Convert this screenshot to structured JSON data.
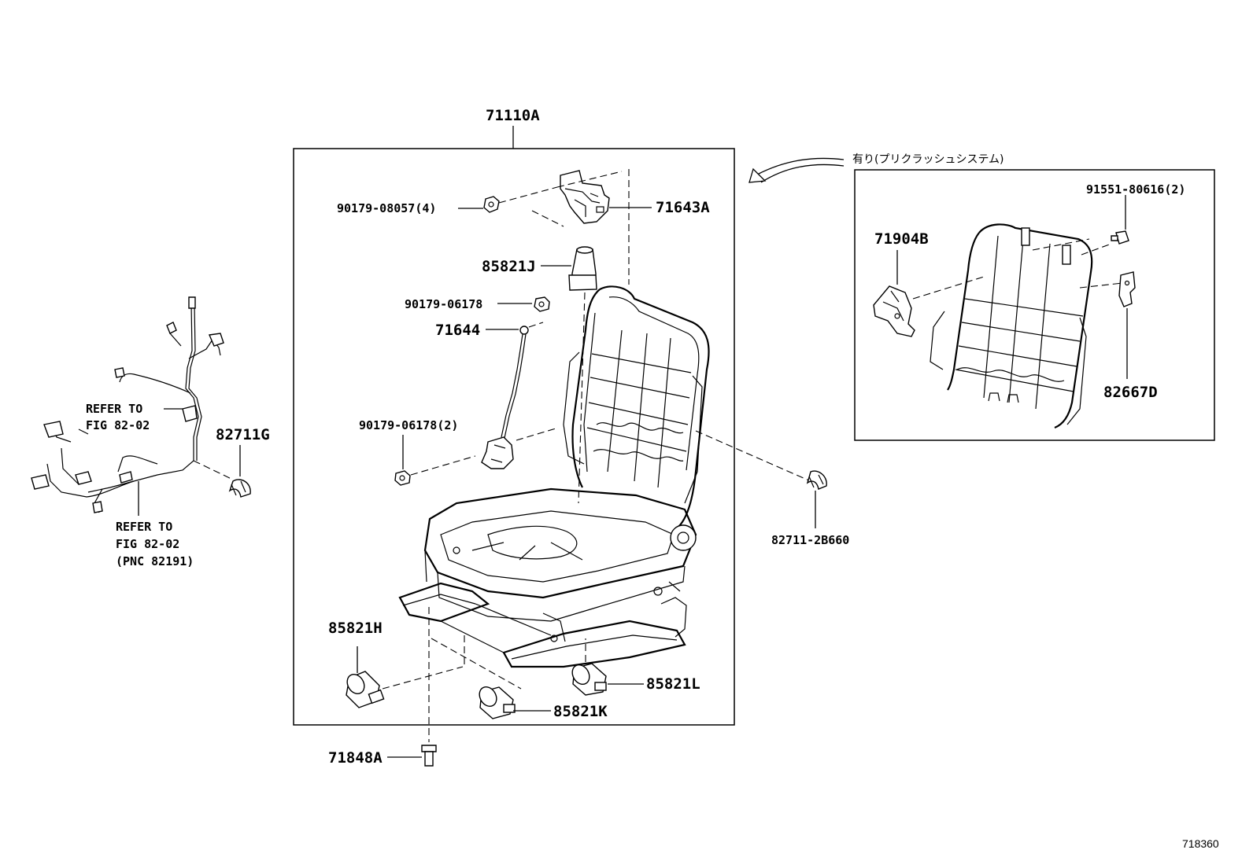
{
  "diagram": {
    "main_assembly": "71110A",
    "option_caption": "有り(プリクラッシュシステム)",
    "illustration_number": "718360",
    "parts": {
      "p_90179_08057": "90179-08057(4)",
      "p_71643A": "71643A",
      "p_85821J": "85821J",
      "p_90179_06178": "90179-06178",
      "p_71644": "71644",
      "p_90179_06178_2": "90179-06178(2)",
      "p_85821H": "85821H",
      "p_85821L": "85821L",
      "p_85821K": "85821K",
      "p_71848A": "71848A",
      "p_82711G": "82711G",
      "p_82711_2B660": "82711-2B660",
      "p_71904B": "71904B",
      "p_91551_80616": "91551-80616(2)",
      "p_82667D": "82667D"
    },
    "notes": {
      "refer1_line1": "REFER TO",
      "refer1_line2": "FIG 82-02",
      "refer2_line1": "REFER TO",
      "refer2_line2": "FIG 82-02",
      "refer2_line3": "(PNC 82191)"
    }
  }
}
